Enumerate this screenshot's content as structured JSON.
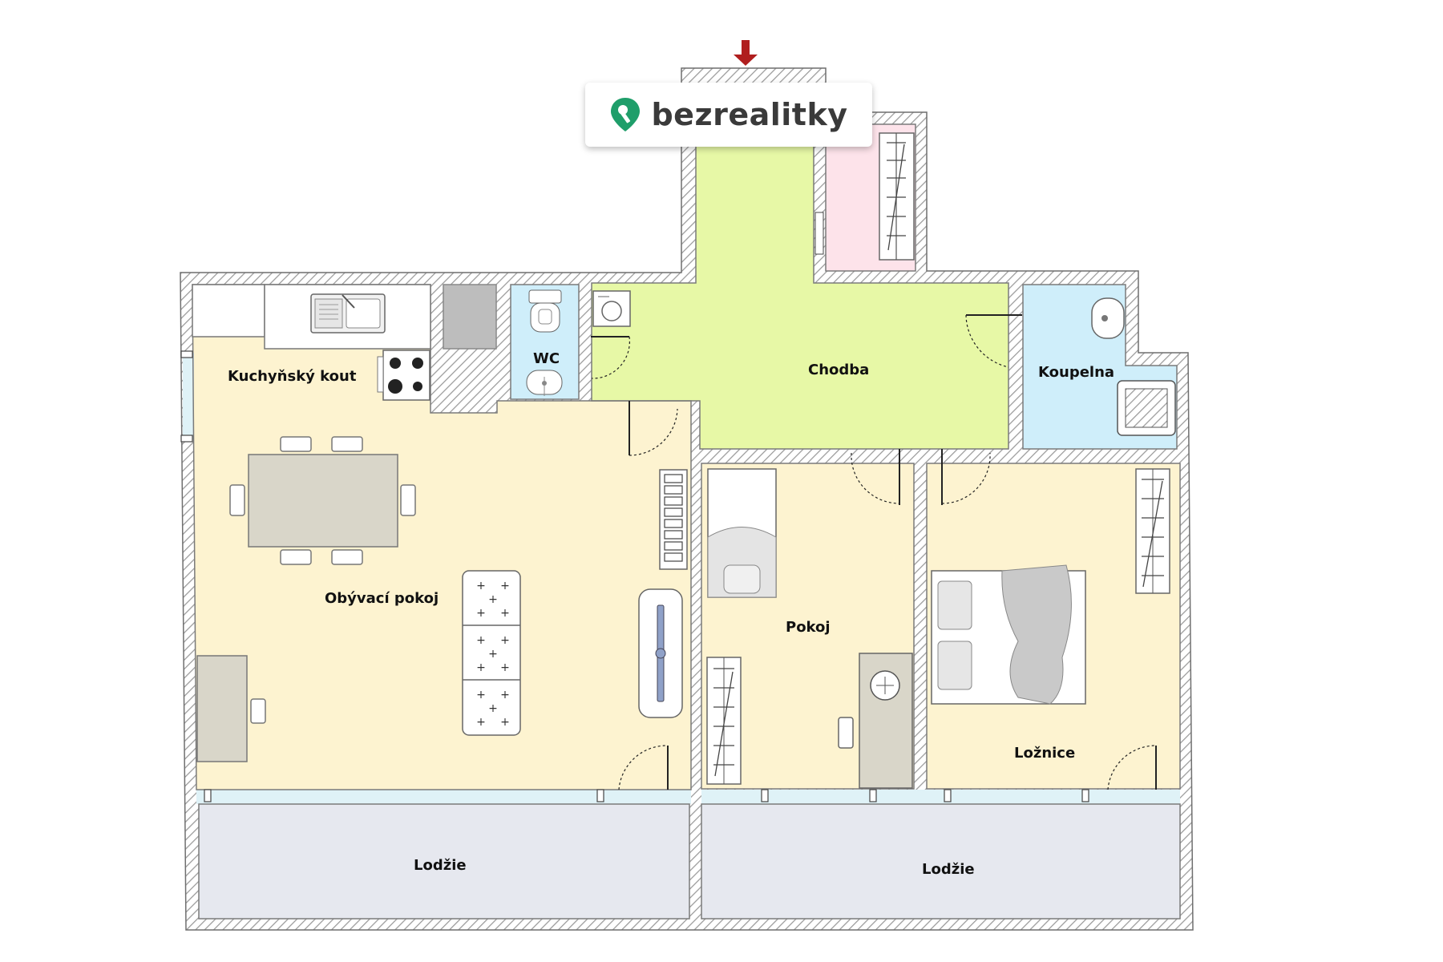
{
  "brand": {
    "name": "bezrealitky",
    "color": "#1f9e6a"
  },
  "rooms": {
    "kitchen": "Kuchyňský kout",
    "wc": "WC",
    "hallway": "Chodba",
    "bathroom": "Koupelna",
    "living": "Obývací pokoj",
    "room": "Pokoj",
    "bedroom": "Ložnice",
    "loggia_left": "Lodžie",
    "loggia_right": "Lodžie"
  },
  "colors": {
    "living_fill": "#fdf3d0",
    "hallway_fill": "#e7f8a6",
    "wet_fill": "#cfeefa",
    "closet_fill": "#fde3ea",
    "loggia_fill": "#e6e8ef",
    "wall": "#8a8a8a",
    "entrance_arrow": "#b01e1e"
  },
  "icons": {
    "entrance": "arrow-down-icon",
    "brand": "map-pin-key-icon"
  }
}
